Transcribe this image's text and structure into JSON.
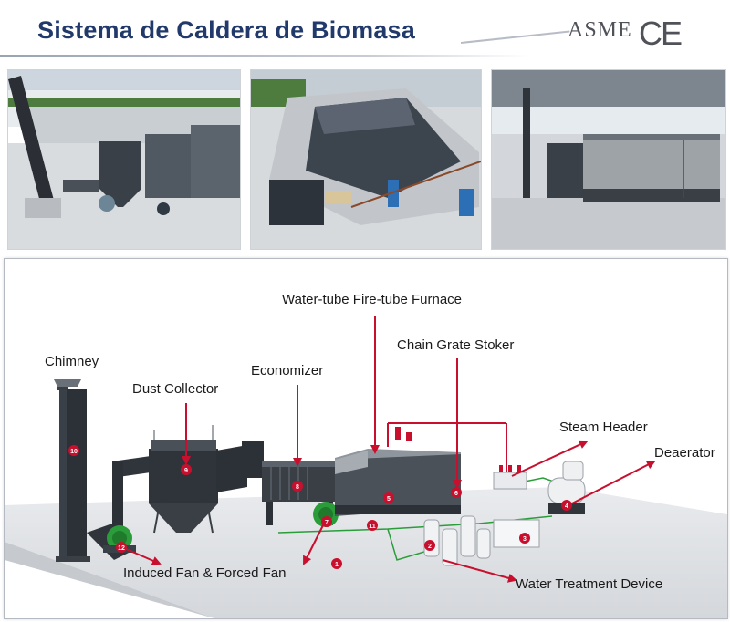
{
  "header": {
    "title": "Sistema de Caldera de Biomasa",
    "logo_asme": "ASME",
    "logo_ce": "CE"
  },
  "photos": [
    {
      "name": "photo-dust-collector-site",
      "icon": "photo"
    },
    {
      "name": "photo-boiler-top-view",
      "icon": "photo"
    },
    {
      "name": "photo-boiler-side-view",
      "icon": "photo"
    }
  ],
  "diagram": {
    "labels": {
      "furnace": "Water-tube Fire-tube Furnace",
      "chain_grate": "Chain Grate Stoker",
      "chimney": "Chimney",
      "economizer": "Economizer",
      "dust_collector": "Dust Collector",
      "steam_header": "Steam Header",
      "deaerator": "Deaerator",
      "fans": "Induced Fan & Forced Fan",
      "water_treatment": "Water Treatment Device"
    },
    "markers": [
      "1",
      "2",
      "3",
      "4",
      "5",
      "6",
      "7",
      "8",
      "9",
      "10",
      "11",
      "12"
    ],
    "colors": {
      "arrow": "#c8102e",
      "marker": "#c8102e",
      "steel": "#2c3138",
      "fan": "#2a9d3a",
      "floor": "#e4e6ea"
    }
  }
}
